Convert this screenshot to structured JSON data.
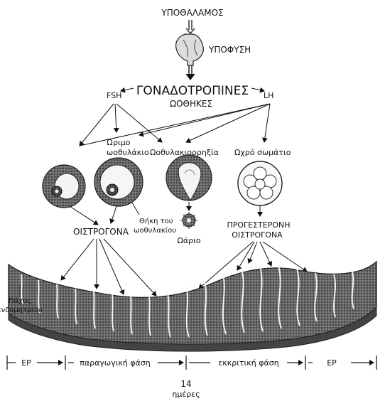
{
  "labels": {
    "hypothalamus": "ΥΠΟΘΑΛΑΜΟΣ",
    "pituitary": "ΥΠΟΦΥΣΗ",
    "fsh": "FSH",
    "lh": "LH",
    "gonadotropins": "ΓΟΝΑΔΟΤΡΟΠΙΝΕΣ",
    "ovarian": "ΩΟΘΗΚΕΣ",
    "mature_line1": "Ώριμο",
    "mature_line2": "ωοθυλάκιο",
    "ovulation": "Ωοθυλακιορρηξία",
    "corpus_luteum": "Ωχρό σωμάτιο",
    "theca_line1": "Θήκη του",
    "theca_line2": "ωοθυλακίου",
    "estrogen_left": "ΟΙΣΤΡΟΓΟΝΑ",
    "ovum": "Ωάριο",
    "progesterone": "ΠΡΟΓΕΣΤΕΡΟΝΗ",
    "estrogen_right": "ΟΙΣΤΡΟΓΟΝΑ",
    "thickness_line1": "Πάχος",
    "thickness_line2": "ενδομητρίου"
  },
  "timeline": {
    "ep_left": "ΕΡ",
    "proliferative": "παραγωγική φάση",
    "secretory": "εκκριτική φάση",
    "ep_right": "ΕΡ",
    "day": "14",
    "days_unit": "ημέρες"
  }
}
